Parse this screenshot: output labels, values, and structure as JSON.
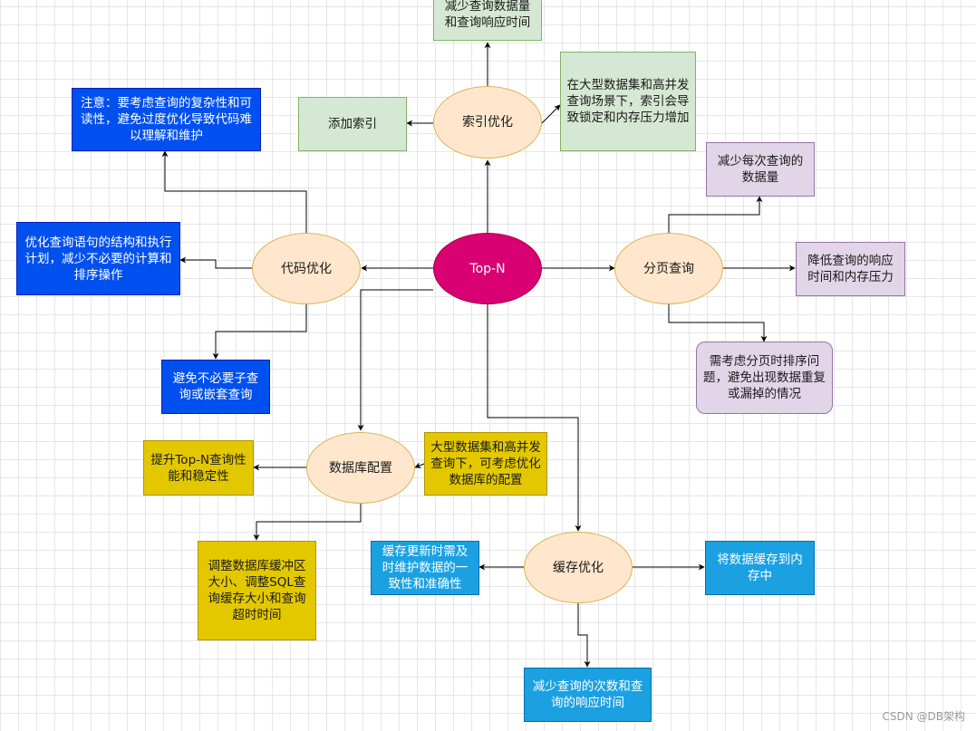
{
  "diagram": {
    "center": "Top-N",
    "index_opt": {
      "label": "索引优化",
      "top_box": "减少查询数据量和查询响应时间",
      "left_box": "添加索引",
      "right_box": "在大型数据集和高并发查询场景下，索引会导致锁定和内存压力增加"
    },
    "code_opt": {
      "label": "代码优化",
      "note_box": "注意：要考虑查询的复杂性和可读性，避免过度优化导致代码难以理解和维护",
      "left_box": "优化查询语句的结构和执行计划，减少不必要的计算和排序操作",
      "bottom_box": "避免不必要子查询或嵌套查询"
    },
    "paging": {
      "label": "分页查询",
      "top_box": "减少每次查询的数据量",
      "right_box": "降低查询的响应时间和内存压力",
      "bottom_box": "需考虑分页时排序问题，避免出现数据重复或漏掉的情况"
    },
    "db_config": {
      "label": "数据库配置",
      "left_box": "提升Top-N查询性能和稳定性",
      "right_box": "大型数据集和高并发查询下，可考虑优化数据库的配置",
      "bottom_box": "调整数据库缓冲区大小、调整SQL查询缓存大小和查询超时时间"
    },
    "cache": {
      "label": "缓存优化",
      "left_box": "缓存更新时需及时维护数据的一致性和准确性",
      "right_box": "将数据缓存到内存中",
      "bottom_box": "减少查询的次数和查询的响应时间"
    }
  },
  "watermark": "CSDN @DB架构",
  "colors": {
    "center_fill": "#d80073",
    "ellipse_fill": "#ffe6cc",
    "ellipse_stroke": "#d6b656",
    "green_fill": "#d5e8d4",
    "blue_fill": "#0050ef",
    "purple_fill": "#e1d5e7",
    "yellow_fill": "#e3c800",
    "cyan_fill": "#1ba1e2"
  }
}
